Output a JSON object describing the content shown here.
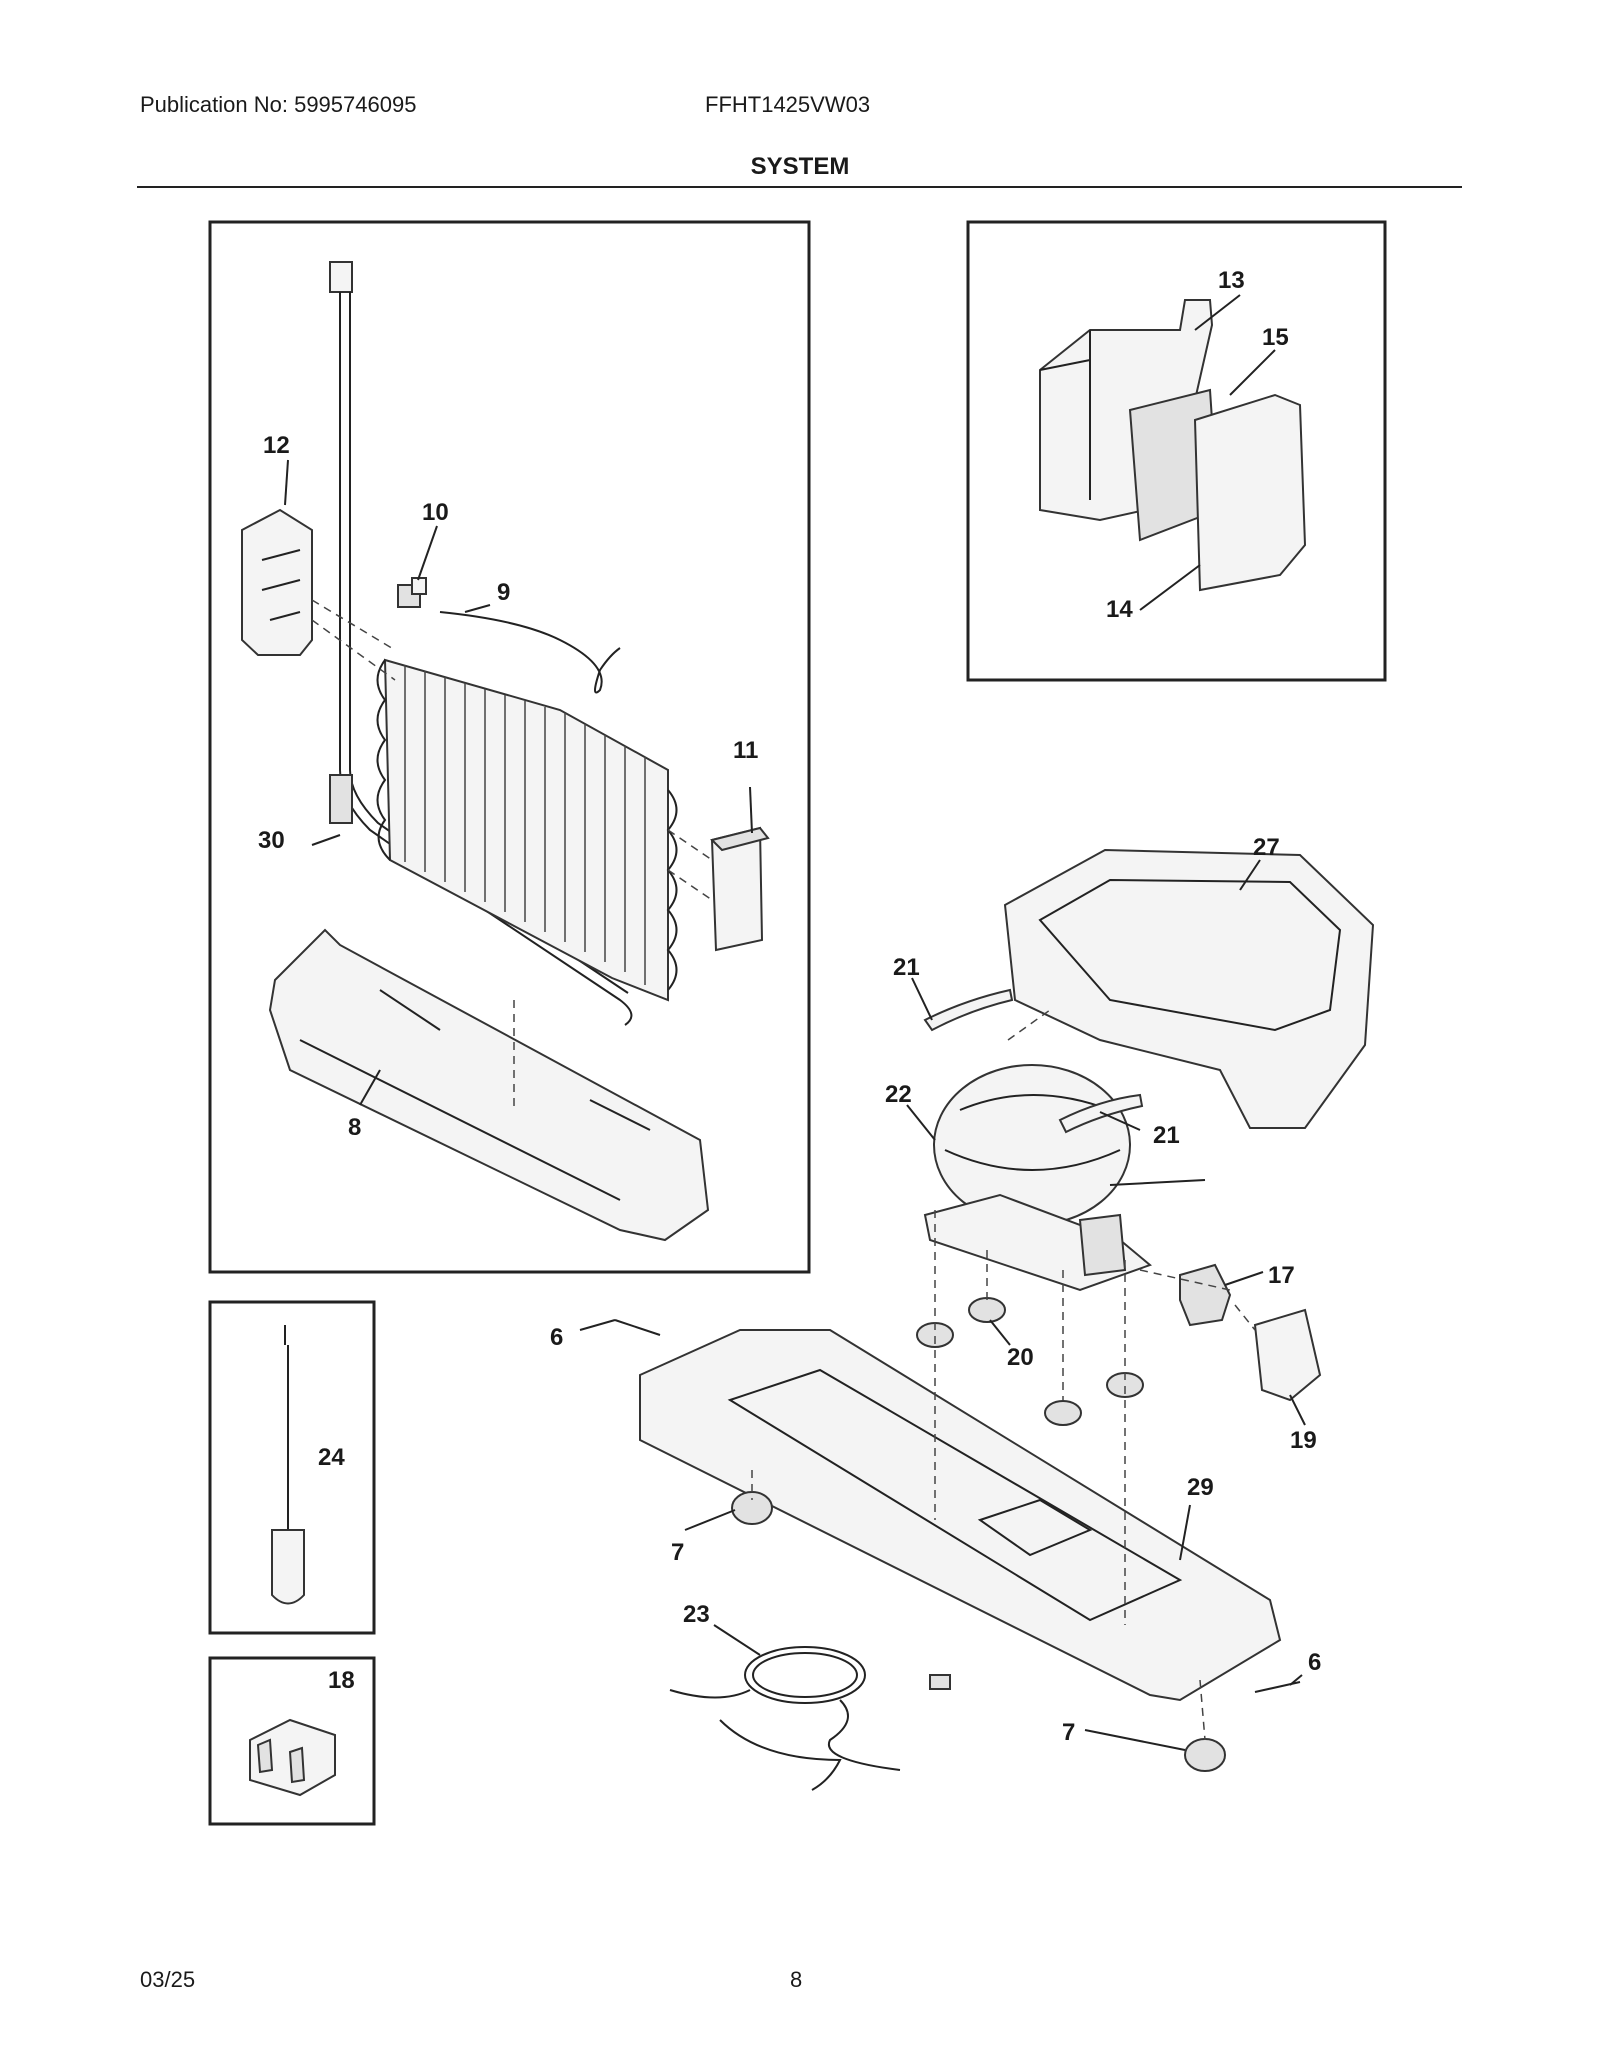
{
  "header": {
    "publication": "Publication No: 5995746095",
    "model": "FFHT1425VW03",
    "section_title": "SYSTEM"
  },
  "footer": {
    "date": "03/25",
    "page_number": "8"
  },
  "callouts": {
    "c6a": "6",
    "c6b": "6",
    "c7a": "7",
    "c7b": "7",
    "c8": "8",
    "c9": "9",
    "c10": "10",
    "c11": "11",
    "c12": "12",
    "c13": "13",
    "c14": "14",
    "c15": "15",
    "c17": "17",
    "c18": "18",
    "c19": "19",
    "c20": "20",
    "c21a": "21",
    "c21b": "21",
    "c22": "22",
    "c23": "23",
    "c24": "24",
    "c27": "27",
    "c29": "29",
    "c30": "30"
  }
}
